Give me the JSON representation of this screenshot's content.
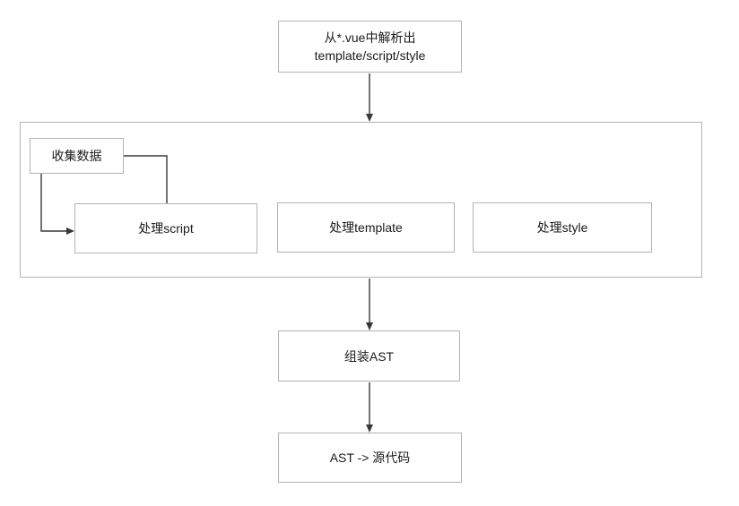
{
  "diagram": {
    "nodes": {
      "parse": {
        "line1": "从*.vue中解析出",
        "line2": "template/script/style"
      },
      "collect": {
        "label": "收集数据"
      },
      "script": {
        "label": "处理script"
      },
      "template": {
        "label": "处理template"
      },
      "style": {
        "label": "处理style"
      },
      "assemble": {
        "label": "组装AST"
      },
      "generate": {
        "label": "AST -> 源代码"
      }
    },
    "edges": [
      {
        "from": "parse",
        "to": "pipeline-container",
        "arrowhead": true
      },
      {
        "from": "collect",
        "to": "script",
        "via": "right-then-down-into-top",
        "arrowhead": false
      },
      {
        "from": "collect",
        "to": "script",
        "via": "down-then-right-into-left",
        "arrowhead": true
      },
      {
        "from": "pipeline-container",
        "to": "assemble",
        "arrowhead": true
      },
      {
        "from": "assemble",
        "to": "generate",
        "arrowhead": true
      }
    ],
    "colors": {
      "background": "#ffffff",
      "box_border": "#b3b3b3",
      "line_color": "#383838",
      "text_color": "#1b1b1b"
    }
  }
}
